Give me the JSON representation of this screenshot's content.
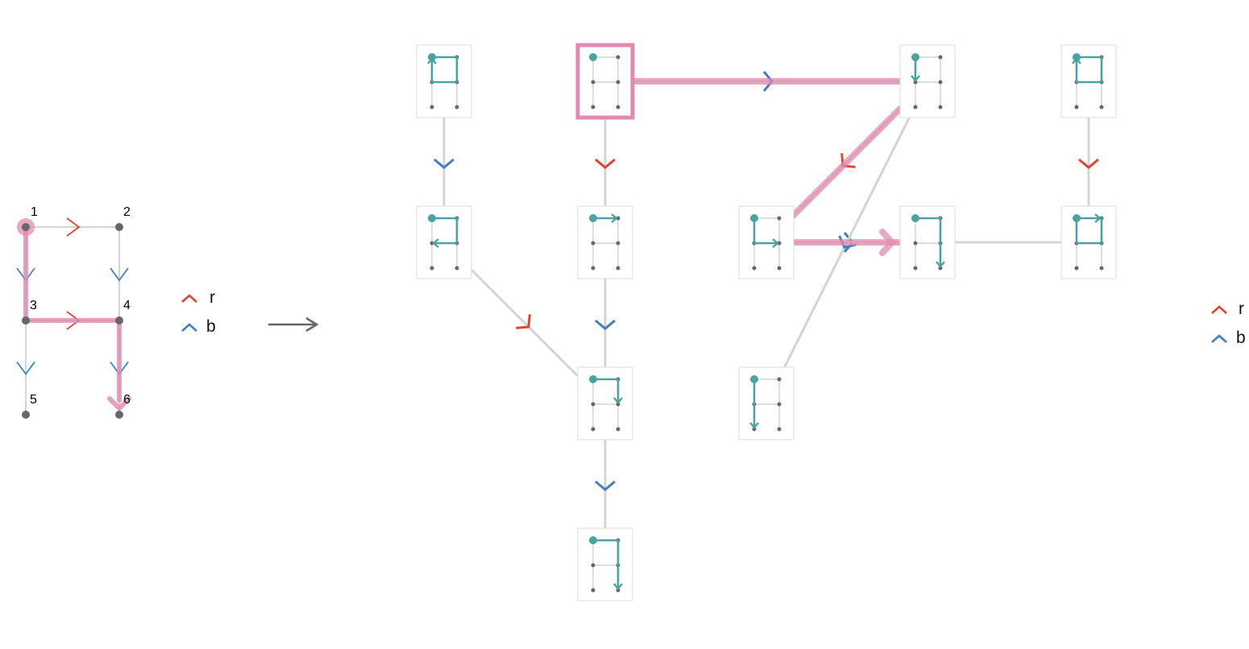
{
  "colors": {
    "r": "#e0452f",
    "b": "#3f7fc5",
    "highlight": "#e08aaf",
    "path": "#4aa3a0",
    "grid": "#d4d4d4",
    "node": "#666666",
    "box_border": "#dddddd",
    "arrow": "#666666"
  },
  "legend": {
    "left": [
      {
        "key": "r",
        "label": "r"
      },
      {
        "key": "b",
        "label": "b"
      }
    ],
    "right": [
      {
        "key": "r",
        "label": "r"
      },
      {
        "key": "b",
        "label": "b"
      }
    ]
  },
  "graph": {
    "nodes": [
      {
        "id": "1",
        "label": "1"
      },
      {
        "id": "2",
        "label": "2"
      },
      {
        "id": "3",
        "label": "3"
      },
      {
        "id": "4",
        "label": "4"
      },
      {
        "id": "5",
        "label": "5"
      },
      {
        "id": "6",
        "label": "6"
      }
    ],
    "edges": [
      {
        "from": "1",
        "to": "2",
        "label": "r",
        "highlighted": false
      },
      {
        "from": "1",
        "to": "3",
        "label": "b",
        "highlighted": true
      },
      {
        "from": "2",
        "to": "4",
        "label": "b",
        "highlighted": false
      },
      {
        "from": "3",
        "to": "4",
        "label": "r",
        "highlighted": true
      },
      {
        "from": "3",
        "to": "5",
        "label": "b",
        "highlighted": false
      },
      {
        "from": "4",
        "to": "6",
        "label": "b",
        "highlighted": true
      }
    ],
    "highlighted_start": "1"
  },
  "states": [
    {
      "id": "A",
      "path": [
        [
          0,
          0
        ],
        [
          1,
          0
        ],
        [
          1,
          1
        ],
        [
          0,
          1
        ],
        [
          0,
          0
        ]
      ],
      "highlighted": false
    },
    {
      "id": "B",
      "path": [
        [
          0,
          0
        ]
      ],
      "highlighted": true
    },
    {
      "id": "C",
      "path": [
        [
          0,
          0
        ],
        [
          0,
          1
        ],
        [
          1,
          1
        ]
      ],
      "highlighted": false
    },
    {
      "id": "D",
      "path": [
        [
          0,
          0
        ],
        [
          1,
          0
        ],
        [
          1,
          1
        ],
        [
          0,
          1
        ],
        [
          0,
          0
        ]
      ],
      "highlighted": false
    },
    {
      "id": "E",
      "path": [
        [
          0,
          0
        ],
        [
          1,
          0
        ],
        [
          1,
          1
        ],
        [
          0,
          1
        ]
      ],
      "highlighted": false
    },
    {
      "id": "F",
      "path": [
        [
          0,
          0
        ],
        [
          1,
          0
        ]
      ],
      "highlighted": false
    },
    {
      "id": "G",
      "path": [
        [
          0,
          0
        ],
        [
          0,
          1
        ]
      ],
      "highlighted": false
    },
    {
      "id": "H",
      "path": [
        [
          0,
          0
        ],
        [
          1,
          0
        ],
        [
          1,
          2
        ]
      ],
      "highlighted": false
    },
    {
      "id": "I",
      "path": [
        [
          0,
          0
        ],
        [
          1,
          0
        ],
        [
          1,
          1
        ],
        [
          0,
          1
        ],
        [
          0,
          0
        ],
        [
          1,
          0
        ]
      ],
      "highlighted": false
    },
    {
      "id": "J",
      "path": [
        [
          0,
          0
        ],
        [
          1,
          0
        ],
        [
          1,
          1
        ]
      ],
      "highlighted": false
    },
    {
      "id": "K",
      "path": [
        [
          0,
          0
        ],
        [
          0,
          2
        ]
      ],
      "highlighted": false
    },
    {
      "id": "L",
      "path": [
        [
          0,
          0
        ],
        [
          1,
          0
        ],
        [
          1,
          2
        ]
      ],
      "highlighted": false
    }
  ],
  "transitions": [
    {
      "from": "A",
      "to": "E",
      "label": "b",
      "highlighted": false
    },
    {
      "from": "B",
      "to": "F",
      "label": "r",
      "highlighted": false
    },
    {
      "from": "B",
      "to": "G",
      "label": "b",
      "highlighted": true
    },
    {
      "from": "G",
      "to": "C",
      "label": "r",
      "highlighted": true
    },
    {
      "from": "C",
      "to": "H",
      "label": "b",
      "highlighted": true
    },
    {
      "from": "I",
      "to": "C",
      "label": "b",
      "highlighted": false
    },
    {
      "from": "D",
      "to": "I",
      "label": "r",
      "highlighted": false
    },
    {
      "from": "E",
      "to": "J",
      "label": "r",
      "highlighted": false
    },
    {
      "from": "F",
      "to": "J",
      "label": "b",
      "highlighted": false
    },
    {
      "from": "G",
      "to": "K",
      "label": "b",
      "highlighted": false
    },
    {
      "from": "J",
      "to": "L",
      "label": "b",
      "highlighted": false
    }
  ]
}
